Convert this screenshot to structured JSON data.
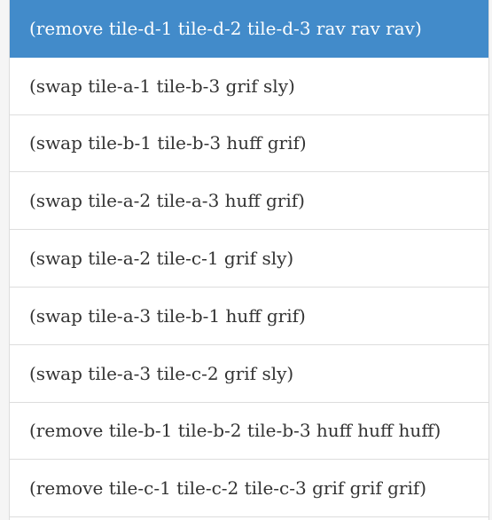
{
  "actions": [
    {
      "label": "(remove tile-d-1 tile-d-2 tile-d-3 rav rav rav)",
      "selected": true
    },
    {
      "label": "(swap tile-a-1 tile-b-3 grif sly)",
      "selected": false
    },
    {
      "label": "(swap tile-b-1 tile-b-3 huff grif)",
      "selected": false
    },
    {
      "label": "(swap tile-a-2 tile-a-3 huff grif)",
      "selected": false
    },
    {
      "label": "(swap tile-a-2 tile-c-1 grif sly)",
      "selected": false
    },
    {
      "label": "(swap tile-a-3 tile-b-1 huff grif)",
      "selected": false
    },
    {
      "label": "(swap tile-a-3 tile-c-2 grif sly)",
      "selected": false
    },
    {
      "label": "(remove tile-b-1 tile-b-2 tile-b-3 huff huff huff)",
      "selected": false
    },
    {
      "label": "(remove tile-c-1 tile-c-2 tile-c-3 grif grif grif)",
      "selected": false
    }
  ],
  "colors": {
    "selected_background": "#428bca",
    "selected_text": "#ffffff",
    "item_text": "#333333",
    "divider": "#dddddd"
  }
}
